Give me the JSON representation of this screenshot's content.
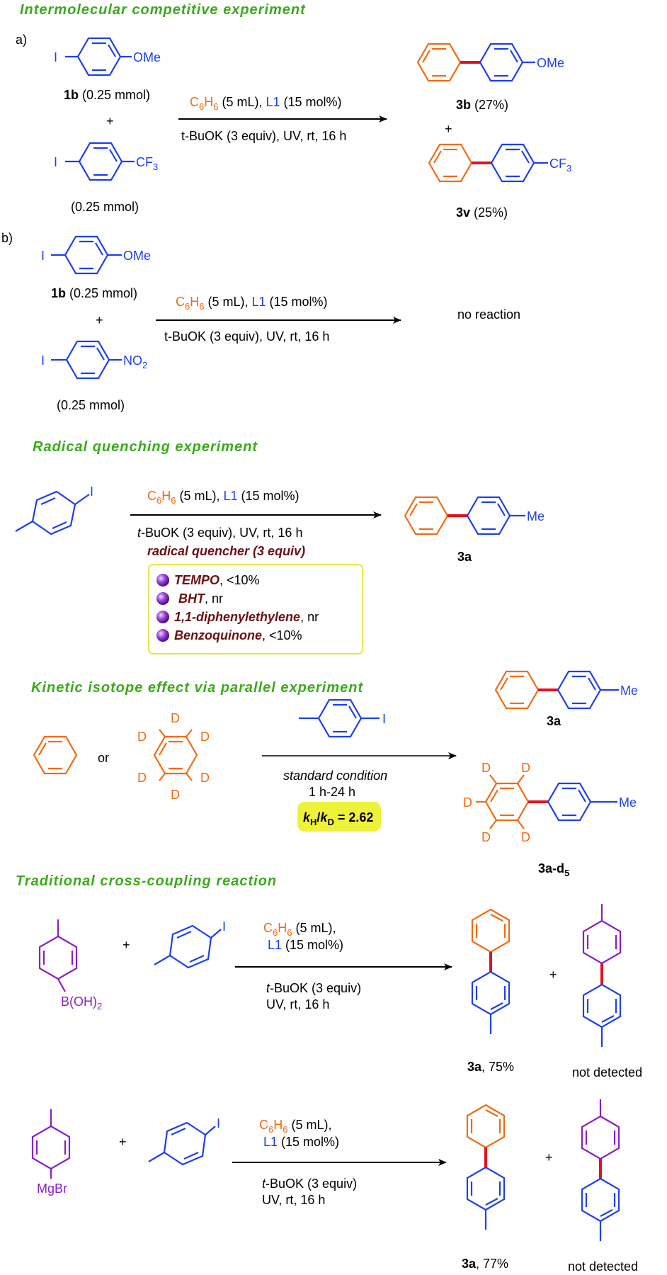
{
  "sections": {
    "intermolecular_title": "Intermolecular competitive experiment",
    "radical_title": "Radical quenching experiment",
    "kie_title": "Kinetic isotope effect via parallel experiment",
    "traditional_title": "Traditional cross-coupling reaction"
  },
  "part_a": {
    "label": "a)",
    "sub_ome": "OMe",
    "sub_cf3": "CF",
    "sub_cf3_sub": "3",
    "iodo": "I",
    "r1_label": "1b",
    "r1_amount": " (0.25 mmol)",
    "plus": "+",
    "r2_amount": "(0.25 mmol)",
    "cond_c6h6": "C",
    "cond_c6h6_sub1": "6",
    "cond_c6h6_h": "H",
    "cond_c6h6_sub2": "6",
    "cond_vol": " (5 mL), ",
    "cond_l1": "L1",
    "cond_mol": " (15 mol%)",
    "cond_line2": "t-BuOK (3 equiv), UV, rt, 16 h",
    "p1_label": "3b",
    "p1_yield": " (27%)",
    "p2_label": "3v",
    "p2_yield": " (25%)"
  },
  "part_b": {
    "label": "b)",
    "sub_no2": "NO",
    "sub_no2_sub": "2",
    "result": "no reaction"
  },
  "radical": {
    "me": "Me",
    "cond_line2_t": "t",
    "cond_line2_rest": "-BuOK (3 equiv), UV, rt, 16 h",
    "quencher_head": "radical quencher (3 equiv)",
    "product_label": "3a",
    "quenchers": [
      {
        "name": "TEMPO",
        "result": ", <10%"
      },
      {
        "name": "BHT",
        "result": ", nr"
      },
      {
        "name": "1,1-diphenylethylene",
        "result": ", nr"
      },
      {
        "name": "Benzoquinone",
        "result": ", <10%"
      }
    ]
  },
  "kie": {
    "or": "or",
    "d": "D",
    "cond_line1": "standard condition",
    "cond_line2": "1 h-24 h",
    "kie_k": "k",
    "kie_h": "H",
    "kie_slash": "/",
    "kie_d": "D",
    "kie_value": " = 2.62",
    "p1_label": "3a",
    "p2_label": "3a-d",
    "p2_sub": "5"
  },
  "traditional": {
    "boronic": "B(OH)",
    "boronic_sub": "2",
    "grignard": "MgBr",
    "cond_l1_line": " (15 mol%)",
    "cond_line3": "-BuOK (3 equiv)",
    "cond_line4": "UV, rt, 16 h",
    "p1_yield1": ", 75%",
    "p1_yield2": ", 77%",
    "not_detected": "not detected"
  },
  "colors": {
    "blue": "#1c3ff0",
    "orange": "#f26a10",
    "purple": "#8a1ec7",
    "bond_red": "#e8101a",
    "title_green": "#3aaa1a",
    "quencher_box_border": "#e6e650",
    "kie_highlight": "#eef23a"
  }
}
